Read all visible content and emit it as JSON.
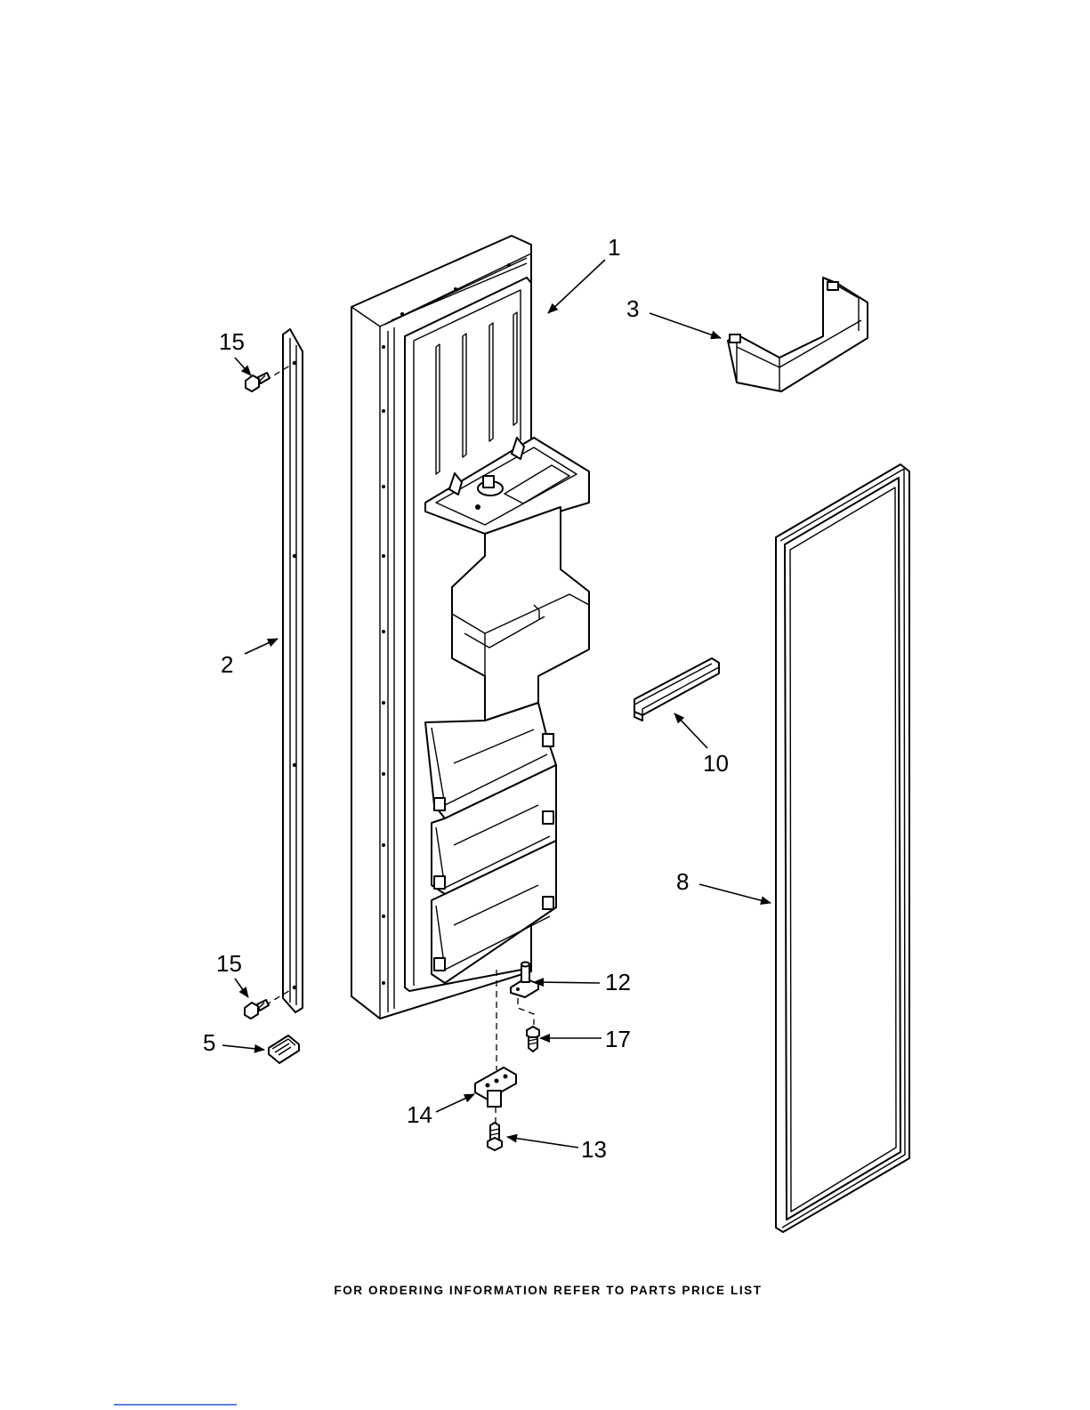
{
  "callouts": {
    "c1": "1",
    "c2": "2",
    "c3": "3",
    "c5": "5",
    "c8": "8",
    "c10": "10",
    "c12": "12",
    "c13": "13",
    "c14": "14",
    "c15_top": "15",
    "c15_bottom": "15",
    "c17": "17"
  },
  "footer": {
    "note": "FOR ORDERING INFORMATION REFER TO PARTS PRICE LIST"
  },
  "colors": {
    "line": "#000000",
    "paper": "#ffffff"
  }
}
